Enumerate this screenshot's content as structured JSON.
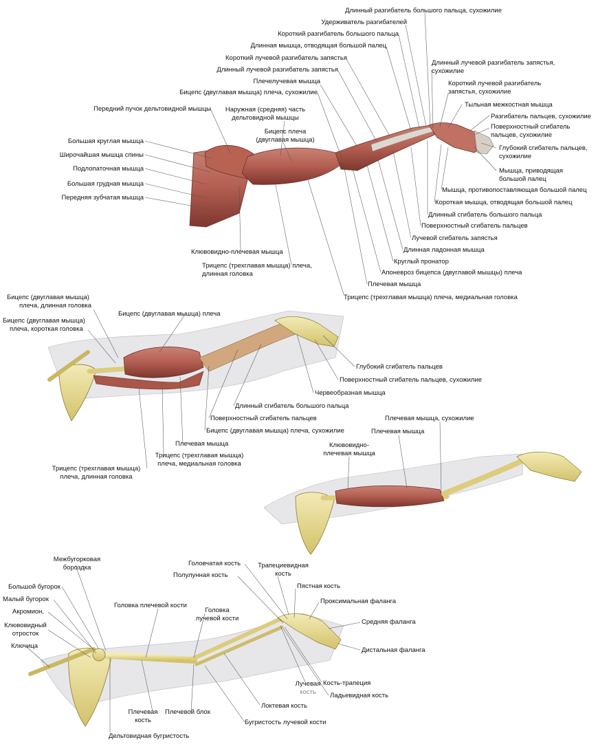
{
  "top_panel": {
    "left_labels": [
      {
        "key": "deltoid_anterior",
        "text": "Передний пучок дельтовидной мышцы"
      },
      {
        "key": "teres_major",
        "text": "Большая круглая мышца"
      },
      {
        "key": "latissimus",
        "text": "Широчайшая мышца спины"
      },
      {
        "key": "subscapularis",
        "text": "Подлопаточная мышца"
      },
      {
        "key": "pectoralis",
        "text": "Большая грудная мышца"
      },
      {
        "key": "serratus",
        "text": "Передняя зубчатая мышца"
      }
    ],
    "top_labels": [
      {
        "key": "ext_poll_longus",
        "text": "Длинный разгибатель большого пальца, сухожилие"
      },
      {
        "key": "retinaculum",
        "text": "Удерживатель разгибателей"
      },
      {
        "key": "ext_poll_brevis",
        "text": "Короткий разгибатель большого пальца"
      },
      {
        "key": "abd_poll_longus",
        "text": "Длинная мышца, отводящая большой палец"
      },
      {
        "key": "ecrb",
        "text": "Короткий лучевой разгибатель запястья"
      },
      {
        "key": "ecrl",
        "text": "Длинный лучевой разгибатель запястья"
      },
      {
        "key": "brachioradialis",
        "text": "Плечелучевая мышца"
      },
      {
        "key": "biceps_tendon",
        "text": "Бицепс (двуглавая мышца) плеча, сухожилие"
      }
    ],
    "deltoid_middle": {
      "line1": "Наружная (средняя) часть",
      "line2": "дельтовидной мышцы"
    },
    "biceps": {
      "line1": "Бицепс плеча",
      "line2": "(двуглавая мышца)"
    },
    "right_labels": {
      "ecrl_tendon": {
        "line1": "Длинный лучевой разгибатель запястья,",
        "line2": "сухожилие"
      },
      "ecrb_tendon": {
        "line1": "Короткий лучевой разгибатель",
        "line2": "запястья, сухожилие"
      },
      "dorsal_interosseous": "Тыльная межкостная мышца",
      "ext_digitorum": "Разгибатель пальцев, сухожилие",
      "fds_tendon": {
        "line1": "Поверхностный сгибатель",
        "line2": "пальцев, сухожилие"
      },
      "fdp_tendon": {
        "line1": "Глубокий сгибатель пальцев,",
        "line2": "сухожилие"
      },
      "adductor_pollicis": {
        "line1": "Мышца, приводящая",
        "line2": "большой палец"
      }
    },
    "bottom_labels": [
      {
        "key": "opponens",
        "text": "Мышца, противопоставляющая большой палец"
      },
      {
        "key": "abd_poll_brevis",
        "text": "Короткая мышца, отводящая большой палец"
      },
      {
        "key": "fpl",
        "text": "Длинный сгибатель большого пальца"
      },
      {
        "key": "fds",
        "text": "Поверхностный сгибатель пальцев"
      },
      {
        "key": "fcr",
        "text": "Лучевой сгибатель запястья"
      },
      {
        "key": "palmaris",
        "text": "Длинная ладонная мышца"
      },
      {
        "key": "pronator",
        "text": "Круглый пронатор"
      },
      {
        "key": "aponeurosis",
        "text": "Апоневроз бицепса (двуглавой мышцы) плеча"
      },
      {
        "key": "brachialis",
        "text": "Плечевая мышца"
      },
      {
        "key": "triceps_medial",
        "text": "Трицепс (трехглавая мышца) плеча, медиальная головка"
      }
    ],
    "coracobrachialis": "Клювовидно-плечевая мышца",
    "triceps_long": {
      "line1": "Трицепс (трехглавая мышца) плеча,",
      "line2": "длинная головка"
    }
  },
  "middle_panel": {
    "biceps_long": {
      "line1": "Бицепс (двуглавая мышца)",
      "line2": "плеча, длинная головка"
    },
    "biceps_short": {
      "line1": "Бицепс (двуглавая мышца)",
      "line2": "плеча, короткая головка"
    },
    "biceps": "Бицепс (двуглавая мышца) плеча",
    "fdp": "Глубокий сгибатель пальцев",
    "fds_tendon": "Поверхностный сгибатель пальцев, сухожилие",
    "lumbricals": "Червеобразная мышца",
    "fpl": "Длинный сгибатель большого пальца",
    "fds": "Поверхностный сгибатель пальцев",
    "biceps_tendon": "Бицепс (двуглавая мышца) плеча, сухожилие",
    "brachialis": "Плечевая мышца",
    "triceps_medial": {
      "line1": "Трицепс (трехглавая мышца)",
      "line2": "плеча, медиальная головка"
    },
    "triceps_long": {
      "line1": "Трицепс (трехглавая мышца)",
      "line2": "плеча, длинная головка"
    }
  },
  "right_panel": {
    "brachialis_tendon": "Плечевая мышца, сухожилие",
    "brachialis": "Плечевая мышца",
    "coracobrachialis": {
      "line1": "Клювовидно-",
      "line2": "плечевая мышца"
    }
  },
  "bottom_panel": {
    "intertubercular": {
      "line1": "Межбугорковая",
      "line2": "бороздка"
    },
    "greater_tubercle": "Большой бугорок",
    "lesser_tubercle": "Малый бугорок",
    "acromion": "Акромион,",
    "coracoid": {
      "line1": "Клювовидный",
      "line2": "отросток"
    },
    "clavicle": "Ключица",
    "humerus_head": "Головка плечевой кости",
    "radius_head": {
      "line1": "Головка",
      "line2": "лучевой кости"
    },
    "capitate": "Головчатая кость",
    "lunate": "Полулунная кость",
    "trapezoid": {
      "line1": "Трапециевидная",
      "line2": "кость"
    },
    "metacarpal": "Пястная кость",
    "proximal_phalanx": "Проксимальная фаланга",
    "middle_phalanx": "Средняя фаланга",
    "distal_phalanx": "Дистальная фаланга",
    "radius": {
      "line1": "Лучевая",
      "line2": "кость"
    },
    "trapezium": "Кость-трапеция",
    "scaphoid": "Ладьевидная кость",
    "ulna": "Локтевая кость",
    "radial_tuberosity": "Бугристость лучевой кости",
    "humerus": {
      "line1": "Плечевая",
      "line2": "кость"
    },
    "trochlea": "Плечевой блок",
    "deltoid_tuberosity": "Дельтовидная бугристость"
  },
  "colors": {
    "muscle": "#b9675a",
    "muscle_dark": "#8e3f36",
    "tendon": "#dcd9d0",
    "bone": "#e8dc92",
    "bone_outline": "#8a7a30",
    "silhouette": "#e7e7ea",
    "leader": "#555555"
  }
}
